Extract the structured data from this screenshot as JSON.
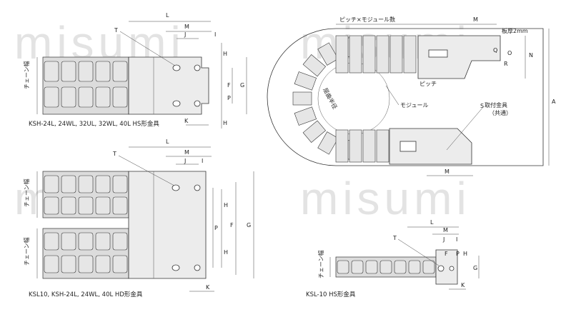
{
  "watermark": "misumi",
  "figures": {
    "tl": {
      "caption": "KSH-24L, 24WL, 32UL, 32WL, 40L  HS形金具",
      "chain_width_label": "チェーン幅",
      "dims": {
        "L": "L",
        "M": "M",
        "J": "J",
        "I": "I",
        "T": "T",
        "H_top": "H",
        "H_bot": "H",
        "F": "F",
        "P": "P",
        "G": "G",
        "K": "K"
      }
    },
    "bl": {
      "caption": "KSL10, KSH-24L, 24WL, 40L  HD形金具",
      "chain_width_label_top": "チェーン幅",
      "chain_width_label_bot": "チェーン幅",
      "dims": {
        "L": "L",
        "M": "M",
        "J": "J",
        "I": "I",
        "T": "T",
        "H_top": "H",
        "H_bot": "H",
        "P": "P",
        "F": "F",
        "G": "G",
        "K": "K"
      }
    },
    "tr": {
      "pitch_module_label": "ピッチ×モジュール数",
      "plate_thickness": "板厚2mm",
      "bend_radius_label": "屈曲半径",
      "module_label": "モジュール",
      "pitch_label": "ピッチ",
      "bracket_label": "取付金具",
      "bracket_common": "（共通）",
      "dims": {
        "M_top": "M",
        "M_bot": "M",
        "O": "O",
        "N": "N",
        "Q": "Q",
        "R": "R",
        "S": "S",
        "A": "A"
      }
    },
    "br": {
      "caption": "KSL-10  HS形金具",
      "chain_width_label": "チェーン幅",
      "dims": {
        "L": "L",
        "M": "M",
        "J": "J",
        "I": "I",
        "T": "T",
        "F": "F",
        "H": "H",
        "P": "P",
        "G": "G",
        "K": "K"
      }
    }
  }
}
